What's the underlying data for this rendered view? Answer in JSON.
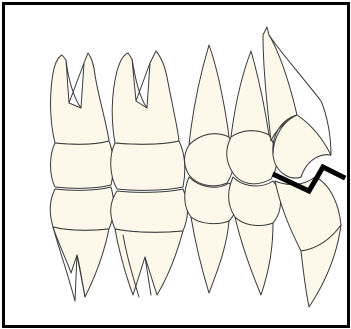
{
  "colors": {
    "background": "#ffffff",
    "frame": "#000000",
    "outline": "#3a3a3a",
    "tooth_fill": "#fdf8ea",
    "occlusion_line": "#000000"
  },
  "teeth": [
    {
      "name": "upper-molar-1",
      "arch": "upper",
      "type": "molar"
    },
    {
      "name": "upper-molar-2",
      "arch": "upper",
      "type": "molar"
    },
    {
      "name": "upper-premolar-1",
      "arch": "upper",
      "type": "premolar"
    },
    {
      "name": "upper-premolar-2",
      "arch": "upper",
      "type": "premolar"
    },
    {
      "name": "upper-canine",
      "arch": "upper",
      "type": "canine"
    },
    {
      "name": "lower-molar-1",
      "arch": "lower",
      "type": "molar"
    },
    {
      "name": "lower-molar-2",
      "arch": "lower",
      "type": "molar"
    },
    {
      "name": "lower-premolar-1",
      "arch": "lower",
      "type": "premolar"
    },
    {
      "name": "lower-premolar-2",
      "arch": "lower",
      "type": "premolar"
    },
    {
      "name": "lower-canine",
      "arch": "lower",
      "type": "canine"
    }
  ],
  "highlight": {
    "name": "canine-occlusion-line",
    "color": "#000000"
  }
}
